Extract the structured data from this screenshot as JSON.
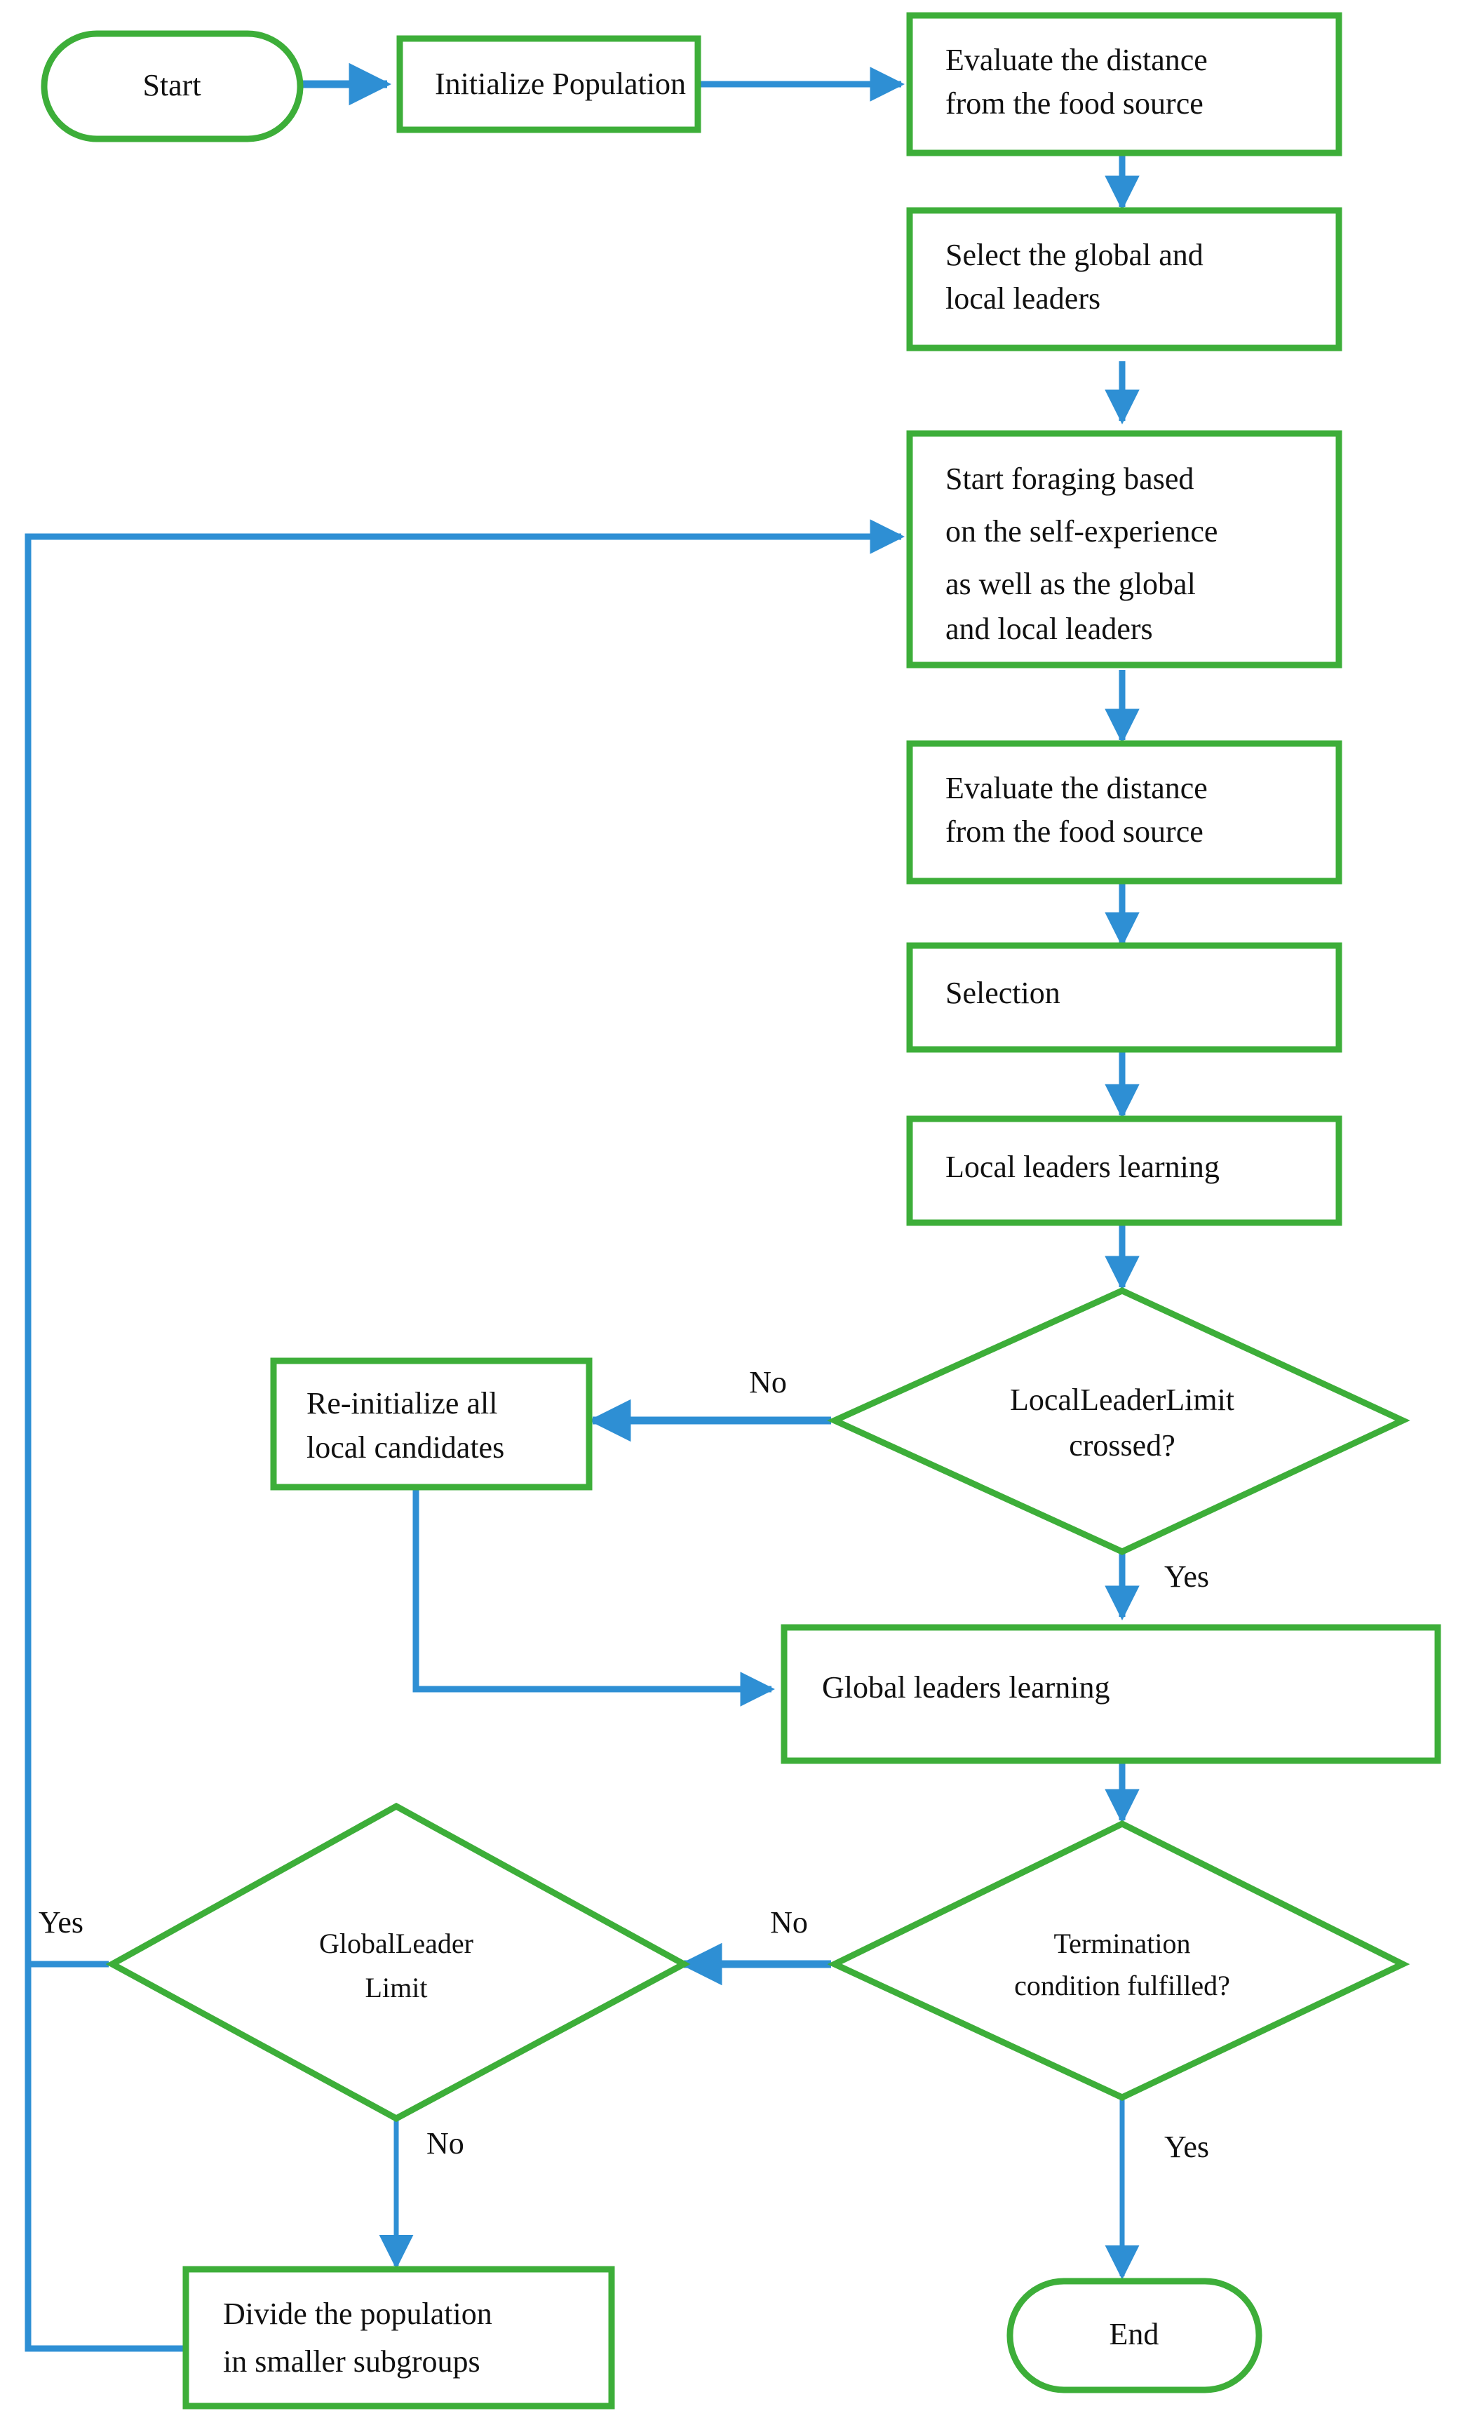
{
  "diagram": {
    "title": "Spider Monkey Optimization flowchart",
    "colors": {
      "node_stroke": "#3DAE39",
      "connector": "#2E8FD4",
      "text": "#111111",
      "background": "#FFFFFF"
    },
    "nodes": [
      {
        "id": "start",
        "shape": "stadium",
        "lines": [
          "Start"
        ]
      },
      {
        "id": "init-population",
        "shape": "rectangle",
        "lines": [
          "Initialize Population"
        ]
      },
      {
        "id": "evaluate-1",
        "shape": "rectangle",
        "lines": [
          "Evaluate the distance",
          "from the food source"
        ]
      },
      {
        "id": "select-leaders",
        "shape": "rectangle",
        "lines": [
          "Select the global and",
          "local leaders"
        ]
      },
      {
        "id": "start-foraging",
        "shape": "rectangle",
        "lines": [
          "Start foraging based",
          "on the self-experience",
          "as well as the global",
          "and local leaders"
        ]
      },
      {
        "id": "evaluate-2",
        "shape": "rectangle",
        "lines": [
          "Evaluate the distance",
          "from the food source"
        ]
      },
      {
        "id": "selection",
        "shape": "rectangle",
        "lines": [
          "Selection"
        ]
      },
      {
        "id": "local-learning",
        "shape": "rectangle",
        "lines": [
          "Local leaders learning"
        ]
      },
      {
        "id": "local-limit",
        "shape": "diamond",
        "lines": [
          "LocalLeaderLimit",
          "crossed?"
        ]
      },
      {
        "id": "reinit-local",
        "shape": "rectangle",
        "lines": [
          "Re-initialize all",
          "local candidates"
        ]
      },
      {
        "id": "global-learning",
        "shape": "rectangle",
        "lines": [
          "Global leaders learning"
        ]
      },
      {
        "id": "termination",
        "shape": "diamond",
        "lines": [
          "Termination",
          "condition fulfilled?"
        ]
      },
      {
        "id": "global-limit",
        "shape": "diamond",
        "lines": [
          "GlobalLeader",
          "Limit"
        ]
      },
      {
        "id": "divide-population",
        "shape": "rectangle",
        "lines": [
          "Divide the population",
          "in smaller subgroups"
        ]
      },
      {
        "id": "end",
        "shape": "stadium",
        "lines": [
          "End"
        ]
      }
    ],
    "edge_labels": [
      {
        "id": "local-limit-no",
        "text": "No"
      },
      {
        "id": "local-limit-yes",
        "text": "Yes"
      },
      {
        "id": "termination-no",
        "text": "No"
      },
      {
        "id": "termination-yes",
        "text": "Yes"
      },
      {
        "id": "global-limit-yes",
        "text": "Yes"
      },
      {
        "id": "global-limit-no",
        "text": "No"
      }
    ]
  }
}
